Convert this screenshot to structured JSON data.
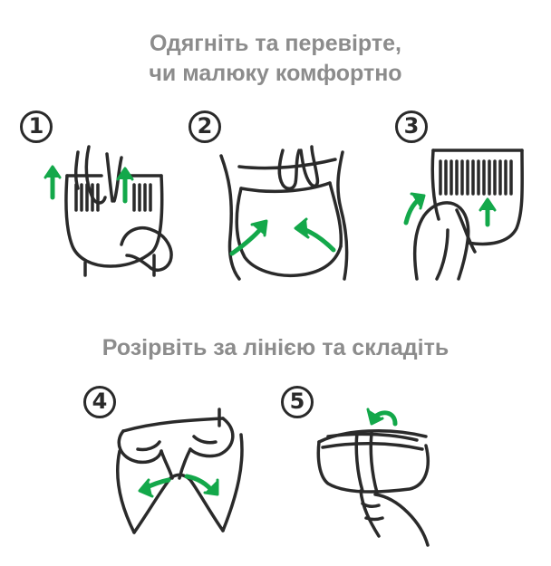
{
  "headings": {
    "top_line1": "Одягніть та перевірте,",
    "top_line2": "чи малюку комфортно",
    "bottom": "Розірвіть за лінією та складіть"
  },
  "steps": [
    {
      "number": "1",
      "icon": "pull-up-pants-icon"
    },
    {
      "number": "2",
      "icon": "check-waist-comfort-icon"
    },
    {
      "number": "3",
      "icon": "straighten-leg-cuffs-icon"
    },
    {
      "number": "4",
      "icon": "tear-side-seams-icon"
    },
    {
      "number": "5",
      "icon": "roll-and-secure-icon"
    }
  ],
  "colors": {
    "heading": "#8c8c8c",
    "outline": "#2a2a2a",
    "arrow": "#13a84a"
  }
}
